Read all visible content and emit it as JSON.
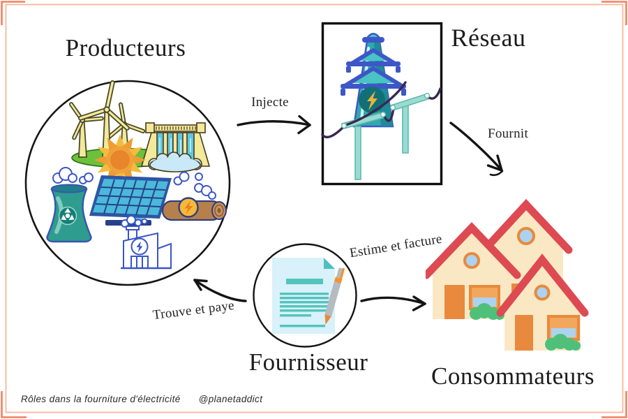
{
  "nodes": {
    "producers": {
      "label": "Producteurs"
    },
    "grid": {
      "label": "Réseau"
    },
    "supplier": {
      "label": "Fournisseur"
    },
    "consumers": {
      "label": "Consommateurs"
    }
  },
  "edges": {
    "inject": {
      "label": "Injecte",
      "from": "Producteurs",
      "to": "Réseau"
    },
    "supply": {
      "label": "Fournit",
      "from": "Réseau",
      "to": "Consommateurs"
    },
    "estimate": {
      "label": "Estime et facture",
      "from": "Fournisseur",
      "to": "Consommateurs"
    },
    "find": {
      "label": "Trouve et paye",
      "from": "Fournisseur",
      "to": "Producteurs"
    }
  },
  "footer": {
    "caption": "Rôles dans la fourniture d'électricité",
    "handle": "@planetaddict"
  },
  "icons": {
    "producers": [
      "wind-turbines",
      "sun",
      "hydro-dam",
      "nuclear-cooling-tower",
      "solar-panel",
      "biomass-log",
      "factory"
    ],
    "grid": [
      "transmission-pylon",
      "power-poles",
      "power-lines"
    ],
    "supplier": [
      "contract-document",
      "pen"
    ],
    "consumers": [
      "house",
      "house",
      "house"
    ]
  },
  "colors": {
    "frame": "#EE8160",
    "frame_light": "#F7B69C",
    "ink": "#1C1C1C",
    "teal": "#2FA9AE",
    "royal_blue": "#3D57C9",
    "pale_yellow": "#F2E99B",
    "grass_green": "#6CC03C",
    "sun_orange": "#E8862B",
    "roof_red": "#DD4A52",
    "house_cream": "#F9E8C3",
    "door_orange": "#E8893E",
    "window_blue": "#ABD3F1",
    "bush_green": "#4EC07A",
    "paper_blue": "#D8F1FA",
    "doc_teal": "#54C4BC",
    "pen_gray": "#B6BBC0",
    "pen_orange": "#F3942C",
    "wire_purple": "#3A2753",
    "log_brown": "#B5804C",
    "water_blue": "#5BC8E8"
  }
}
